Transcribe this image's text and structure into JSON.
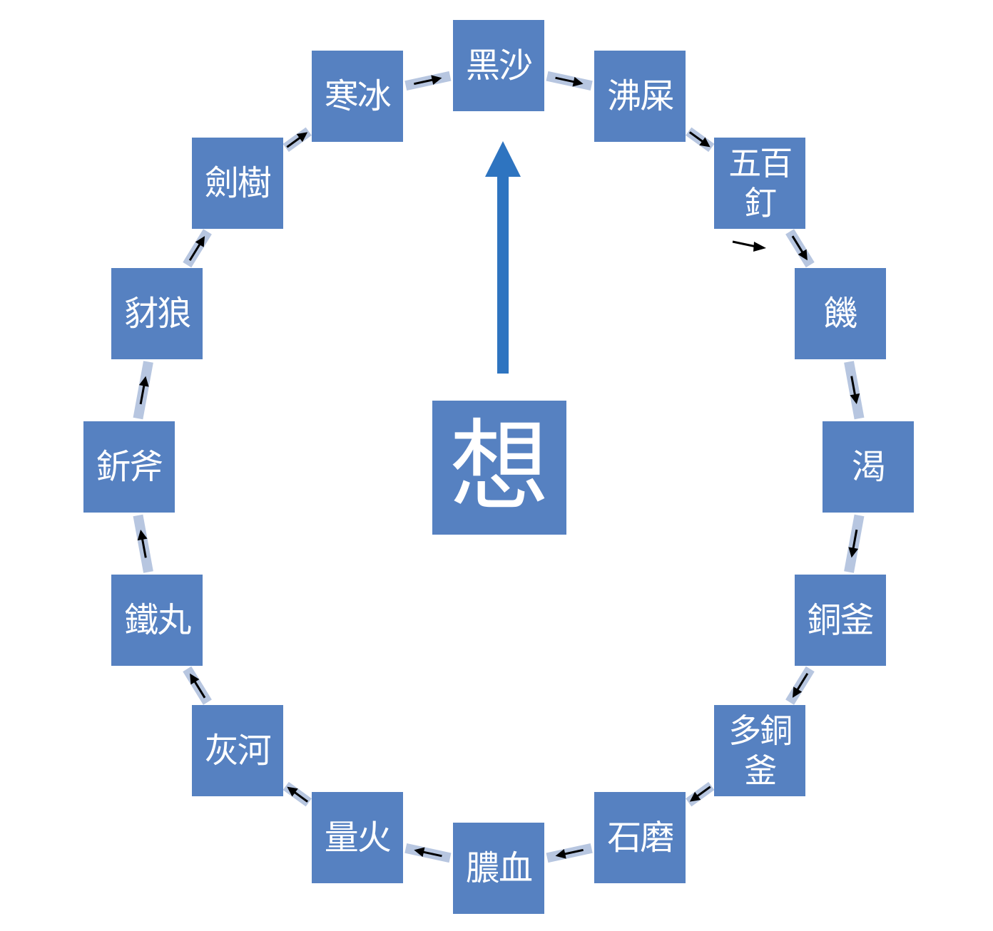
{
  "center": {
    "label": "想"
  },
  "hells": [
    "黑沙",
    "沸屎",
    "五百\n釘",
    "饑",
    "渴",
    "銅釜",
    "多銅\n釜",
    "石磨",
    "膿血",
    "量火",
    "灰河",
    "鐵丸",
    "釿斧",
    "豺狼",
    "劍樹",
    "寒冰"
  ],
  "colors": {
    "node": "#5681c1",
    "connector": "#b7c6e0",
    "arrow": "#000000",
    "center_arrow": "#2e74c0"
  }
}
